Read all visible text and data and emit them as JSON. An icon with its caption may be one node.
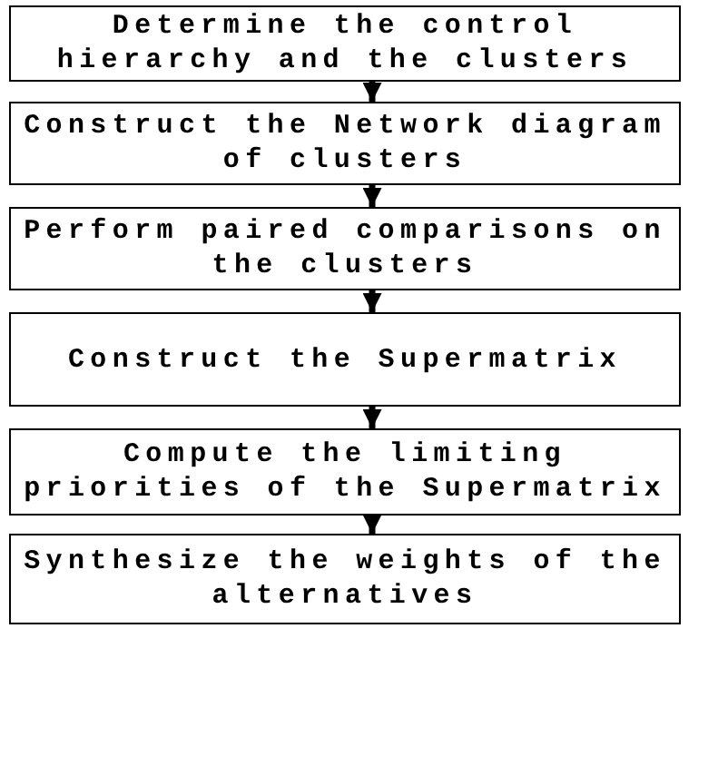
{
  "diagram": {
    "nodes": [
      {
        "text": [
          "Determine the control hierarchy and the clusters"
        ]
      },
      {
        "text": [
          "Construct the Network diagram of clusters"
        ]
      },
      {
        "text": [
          "Perform paired comparisons on the clusters"
        ]
      },
      {
        "text": [
          "Construct the Supermatrix"
        ]
      },
      {
        "text": [
          "Compute the limiting priorities of the Supermatrix"
        ]
      },
      {
        "text": [
          "Synthesize the weights of the alternatives"
        ]
      }
    ],
    "edges": [
      {
        "from": 0,
        "to": 1,
        "arrow": "to"
      },
      {
        "from": 1,
        "to": 2,
        "arrow": "to"
      },
      {
        "from": 2,
        "to": 3,
        "arrow": "to"
      },
      {
        "from": 3,
        "to": 4,
        "arrow": "to"
      },
      {
        "from": 4,
        "to": 5,
        "arrow": "to"
      }
    ]
  }
}
